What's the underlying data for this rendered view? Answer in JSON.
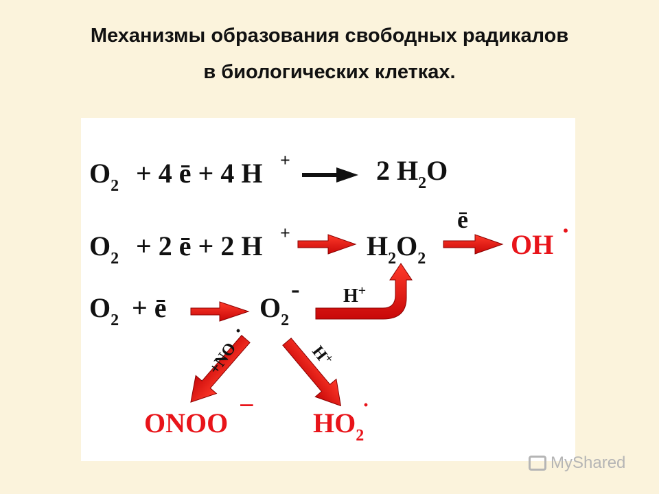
{
  "title": {
    "line1": "Механизмы образования свободных радикалов",
    "line2": "в биологических клетках."
  },
  "diagram": {
    "row1": {
      "o": "O",
      "o_sub": "2",
      "plus1": "+ 4 ē + 4 H",
      "h_sup": "+",
      "product": "2 H",
      "product_sub": "2",
      "product_end": "O"
    },
    "row2": {
      "o": "O",
      "o_sub": "2",
      "plus1": "+ 2 ē + 2 H",
      "h_sup": "+",
      "h2o2_a": "H",
      "h2o2_sub1": "2",
      "h2o2_b": "O",
      "h2o2_sub2": "2",
      "arrow_label": "ē",
      "product": "OH",
      "radical_dot": "·"
    },
    "row3": {
      "o": "O",
      "o_sub": "2",
      "plus": "+ ē",
      "superoxide": "O",
      "superoxide_sub": "2",
      "superoxide_charge": "-",
      "curve_label": "H",
      "curve_label_sup": "+"
    },
    "branch_left": {
      "label": "+NO",
      "label_dot": "·",
      "product": "ONOO",
      "product_charge": "−"
    },
    "branch_right": {
      "label": "H",
      "label_sup": "+",
      "product": "HO",
      "product_sub": "2",
      "product_dot": "·"
    },
    "colors": {
      "black": "#111111",
      "red": "#e8141a",
      "arrow_red": "#e01010"
    }
  },
  "watermark": {
    "text": "MyShared"
  }
}
